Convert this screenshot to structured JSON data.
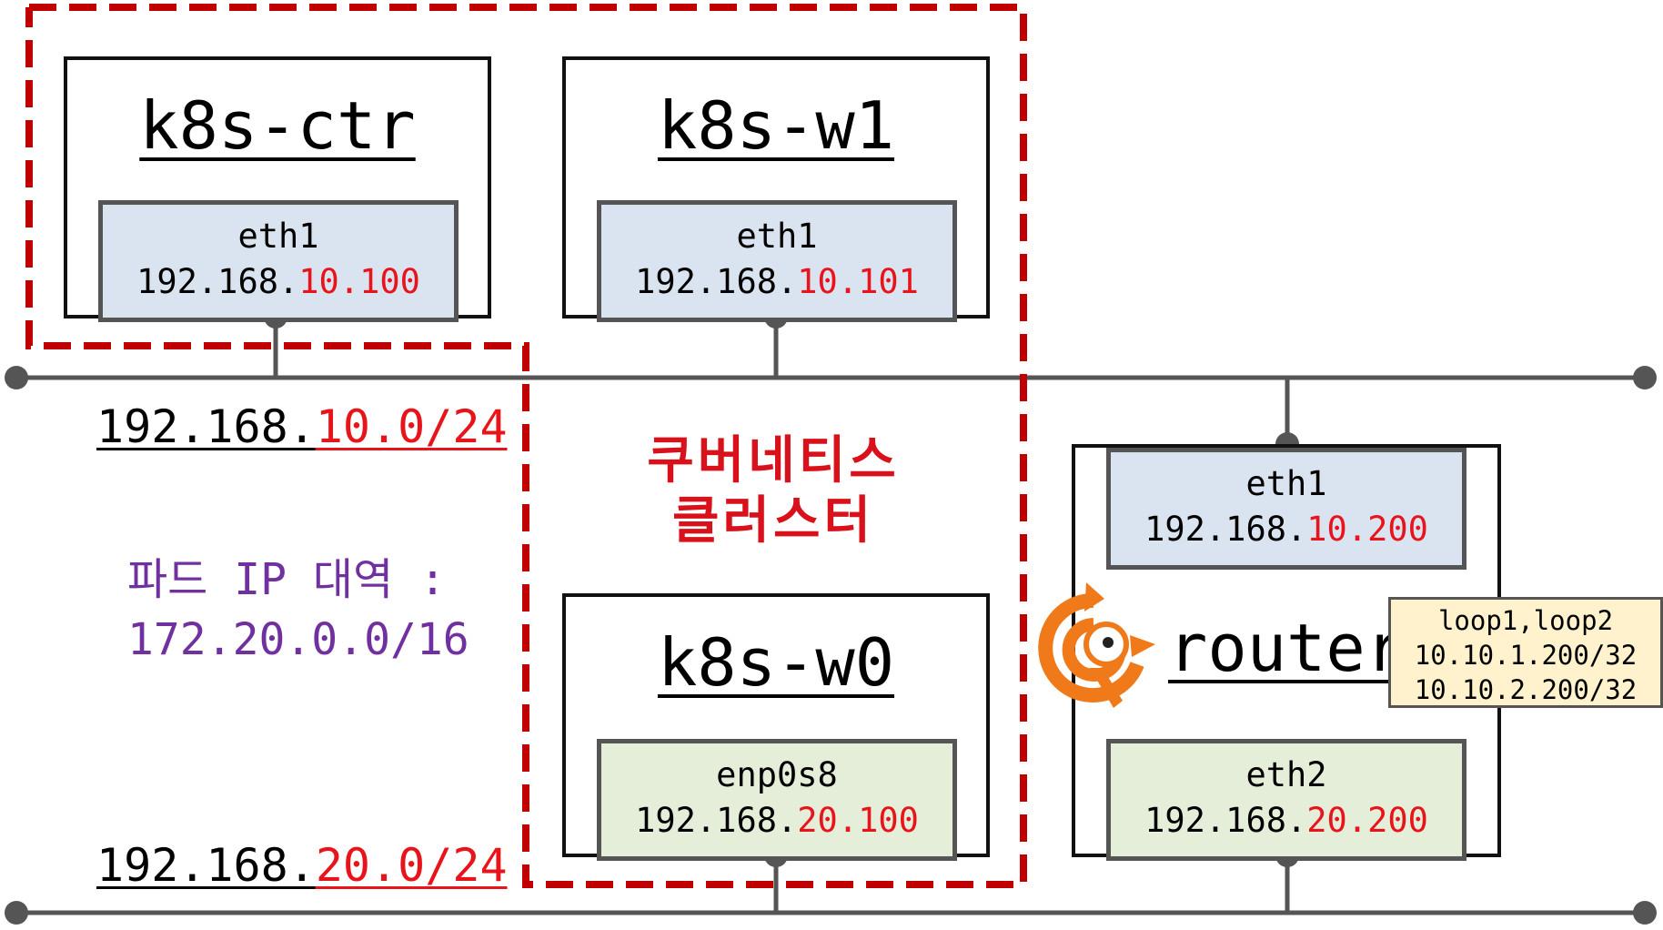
{
  "hosts": {
    "ctr": {
      "name": "k8s-ctr",
      "iface": "eth1",
      "ip_prefix": "192.168.",
      "ip_suffix": "10.100"
    },
    "w1": {
      "name": "k8s-w1",
      "iface": "eth1",
      "ip_prefix": "192.168.",
      "ip_suffix": "10.101"
    },
    "w0": {
      "name": "k8s-w0",
      "iface": "enp0s8",
      "ip_prefix": "192.168.",
      "ip_suffix": "20.100"
    }
  },
  "router": {
    "name": "router",
    "eth1": {
      "iface": "eth1",
      "ip_prefix": "192.168.",
      "ip_suffix": "10.200"
    },
    "eth2": {
      "iface": "eth2",
      "ip_prefix": "192.168.",
      "ip_suffix": "20.200"
    },
    "loop": {
      "title": "loop1,loop2",
      "addr1": "10.10.1.200/32",
      "addr2": "10.10.2.200/32"
    },
    "icon": "frr-router-logo-icon"
  },
  "networks": {
    "net10": {
      "prefix": "192.168.",
      "suffix": "10.0/24"
    },
    "net20": {
      "prefix": "192.168.",
      "suffix": "20.0/24"
    }
  },
  "cluster": {
    "line1": "쿠버네티스",
    "line2": "클러스터"
  },
  "pod": {
    "line1": "파드 IP 대역 :",
    "line2": "172.20.0.0/16"
  },
  "colors": {
    "accent_red": "#e8141b",
    "cluster_red": "#d8111a",
    "pod_purple": "#7030a0",
    "iface_blue": "#dae3f0",
    "iface_green": "#e4eed9",
    "loop_yellow": "#fff2cc",
    "logo_orange": "#f07a1a"
  }
}
